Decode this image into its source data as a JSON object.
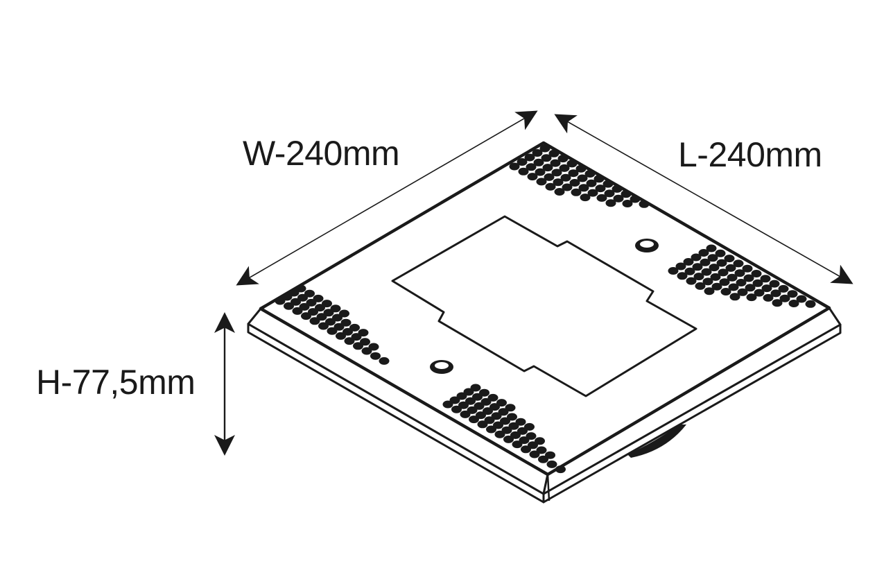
{
  "labels": {
    "width": "W-240mm",
    "length": "L-240mm",
    "height": "H-77,5mm"
  },
  "colors": {
    "stroke": "#1a1a1a",
    "fill": "#ffffff",
    "dots": "#1a1a1a"
  }
}
